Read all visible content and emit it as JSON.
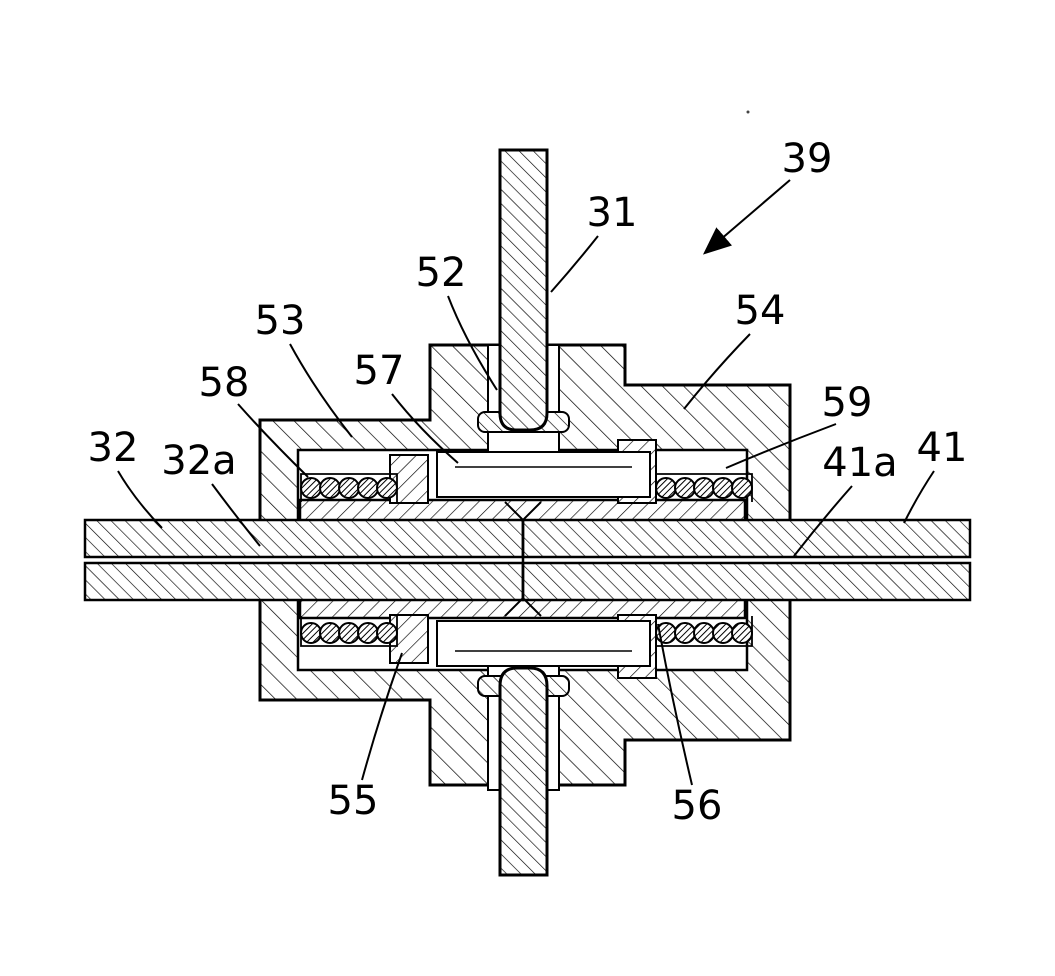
{
  "figure": {
    "kind": "patent cross-section drawing of shaft coupling",
    "colors": {
      "background": "#ffffff",
      "line": "#000000"
    }
  },
  "labels": {
    "n39": "39",
    "n31": "31",
    "n52": "52",
    "n53": "53",
    "n54": "54",
    "n57": "57",
    "n58": "58",
    "n59": "59",
    "n32": "32",
    "n32a": "32a",
    "n41a": "41a",
    "n41": "41",
    "n55": "55",
    "n56": "56"
  }
}
